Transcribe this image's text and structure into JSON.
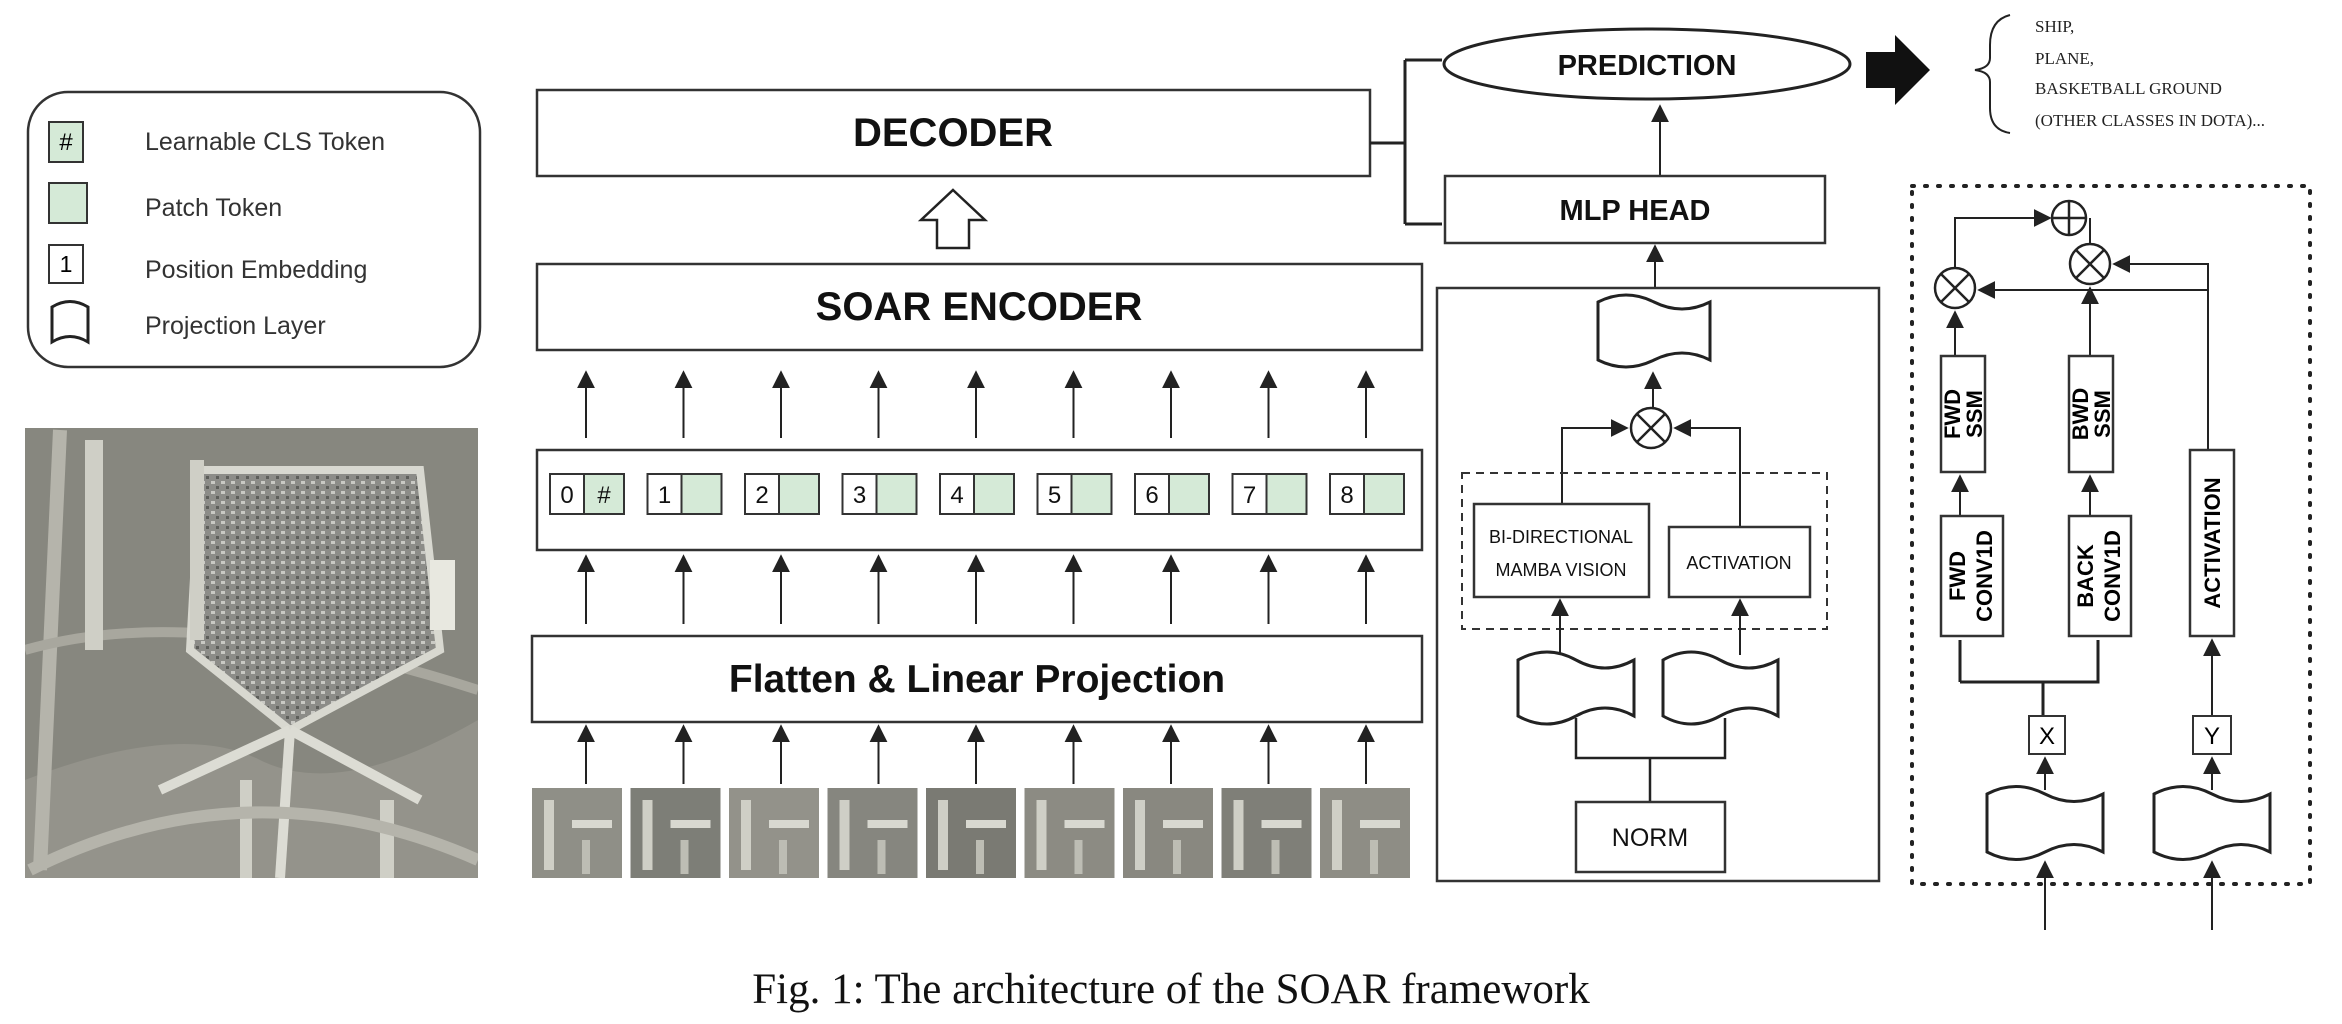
{
  "legend": {
    "cls_symbol": "#",
    "cls_label": "Learnable CLS Token",
    "patch_label": "Patch Token",
    "pos_symbol": "1",
    "pos_label": "Position Embedding",
    "proj_label": "Projection Layer"
  },
  "main": {
    "decoder": "DECODER",
    "encoder": "SOAR ENCODER",
    "projection": "Flatten & Linear Projection",
    "tokens": [
      {
        "pos": "0",
        "content": "#"
      },
      {
        "pos": "1",
        "content": ""
      },
      {
        "pos": "2",
        "content": ""
      },
      {
        "pos": "3",
        "content": ""
      },
      {
        "pos": "4",
        "content": ""
      },
      {
        "pos": "5",
        "content": ""
      },
      {
        "pos": "6",
        "content": ""
      },
      {
        "pos": "7",
        "content": ""
      },
      {
        "pos": "8",
        "content": ""
      }
    ]
  },
  "head": {
    "prediction": "PREDICTION",
    "mlp_head": "MLP HEAD",
    "bidir_line1": "BI-DIRECTIONAL",
    "bidir_line2": "MAMBA VISION",
    "activation": "ACTIVATION",
    "norm": "NORM"
  },
  "classes": {
    "line1": "SHIP,",
    "line2": "PLANE,",
    "line3": "BASKETBALL GROUND",
    "line4": "(OTHER CLASSES IN DOTA)..."
  },
  "ssm_block": {
    "fwd_ssm_1": "FWD",
    "fwd_ssm_2": "SSM",
    "bwd_ssm_1": "BWD",
    "bwd_ssm_2": "SSM",
    "fwd_conv_1": "FWD",
    "fwd_conv_2": "CONV1D",
    "back_conv_1": "BACK",
    "back_conv_2": "CONV1D",
    "activation": "ACTIVATION",
    "x_label": "X",
    "y_label": "Y"
  },
  "caption": "Fig. 1: The architecture of the SOAR framework",
  "colors": {
    "token_green": "#d5ead7",
    "stroke": "#222222",
    "box_border": "#333333"
  }
}
